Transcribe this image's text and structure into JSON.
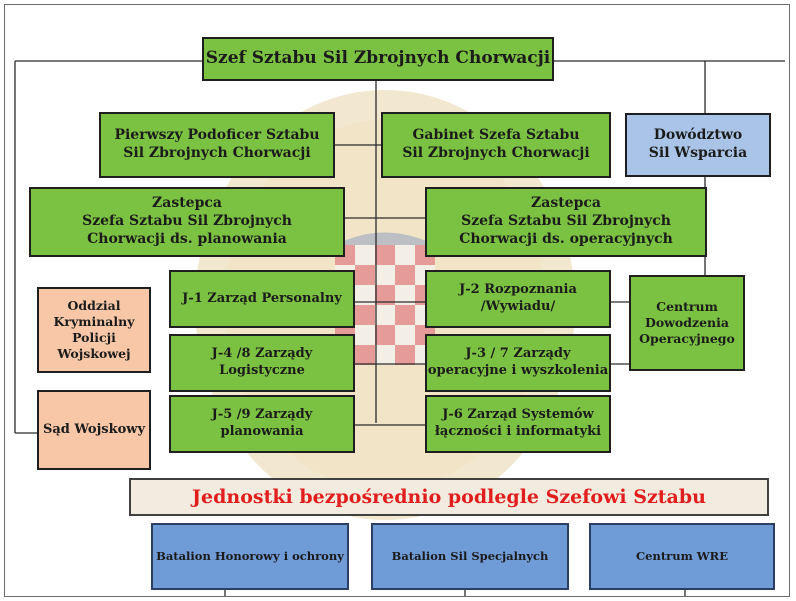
{
  "top": {
    "title": "Szef Sztabu Sil Zbrojnych Chorwacji"
  },
  "row2": {
    "left": [
      "Pierwszy Podoficer Sztabu",
      "Sil Zbrojnych Chorwacji"
    ],
    "center": [
      "Gabinet Szefa Sztabu",
      "Sil Zbrojnych Chorwacji"
    ],
    "right": [
      "Dowództwo",
      "Sil Wsparcia"
    ]
  },
  "deputies": {
    "left": [
      "Zastepca",
      "Szefa Sztabu Sil Zbrojnych",
      "Chorwacji ds. planowania"
    ],
    "right": [
      "Zastepca",
      "Szefa Sztabu Sil Zbrojnych",
      "Chorwacji ds. operacyjnych"
    ]
  },
  "side": {
    "mp": [
      "Oddzial",
      "Kryminalny",
      "Policji",
      "Wojskowej"
    ],
    "court": "Sąd Wojskowy",
    "ops_center": [
      "Centrum",
      "Dowodzenia",
      "Operacyjnego"
    ]
  },
  "directorates": {
    "j1": "J-1 Zarząd Personalny",
    "j48": [
      "J-4 /8 Zarządy",
      "Logistyczne"
    ],
    "j59": [
      "J-5 /9  Zarządy",
      "planowania"
    ],
    "j2": [
      "J-2 Rozpoznania",
      "/Wywiadu/"
    ],
    "j37": [
      "J-3 / 7 Zarządy",
      "operacyjne i wyszkolenia"
    ],
    "j6": [
      "J-6 Zarząd Systemów",
      "łączności i informatyki"
    ]
  },
  "banner": "Jednostki bezpośrednio podlegle Szefowi Sztabu",
  "units": {
    "honor": "Batalion Honorowy i ochrony",
    "special": "Batalion Sil Specjalnych",
    "wre": "Centrum WRE"
  },
  "colors": {
    "green": "#7cc242",
    "blue": "#a9c4e6",
    "peach": "#f7c7a7",
    "battalion": "#6f9bd6",
    "banner_text": "#e21d1d"
  }
}
